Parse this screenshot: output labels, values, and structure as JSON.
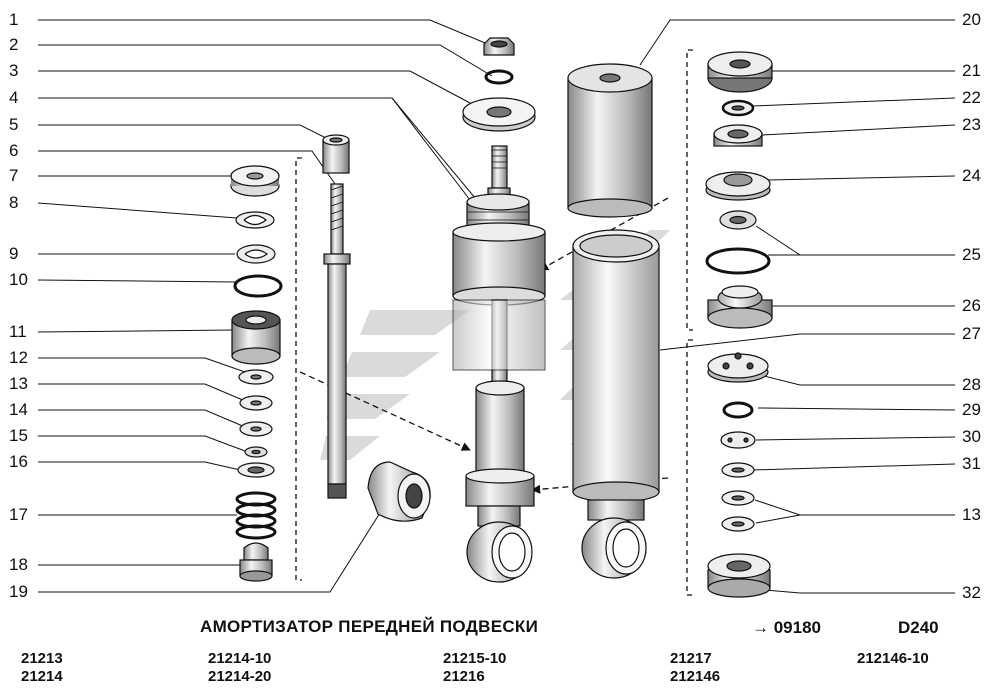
{
  "title": "АМОРТИЗАТОР ПЕРЕДНЕЙ ПОДВЕСКИ",
  "reference": "→ 09180",
  "code": "D240",
  "callouts_left": [
    "1",
    "2",
    "3",
    "4",
    "5",
    "6",
    "7",
    "8",
    "9",
    "10",
    "11",
    "12",
    "13",
    "14",
    "15",
    "16",
    "17",
    "18",
    "19"
  ],
  "callouts_right": [
    "20",
    "21",
    "22",
    "23",
    "24",
    "25",
    "26",
    "27",
    "28",
    "29",
    "30",
    "31",
    "13",
    "32"
  ],
  "models": [
    [
      "21213",
      "21214"
    ],
    [
      "21214-10",
      "21214-20"
    ],
    [
      "21215-10",
      "21216"
    ],
    [
      "21217",
      "212146"
    ],
    [
      "212146-10"
    ]
  ],
  "colors": {
    "ink": "#111111",
    "watermark": "#d9d9d9",
    "background": "#ffffff"
  }
}
